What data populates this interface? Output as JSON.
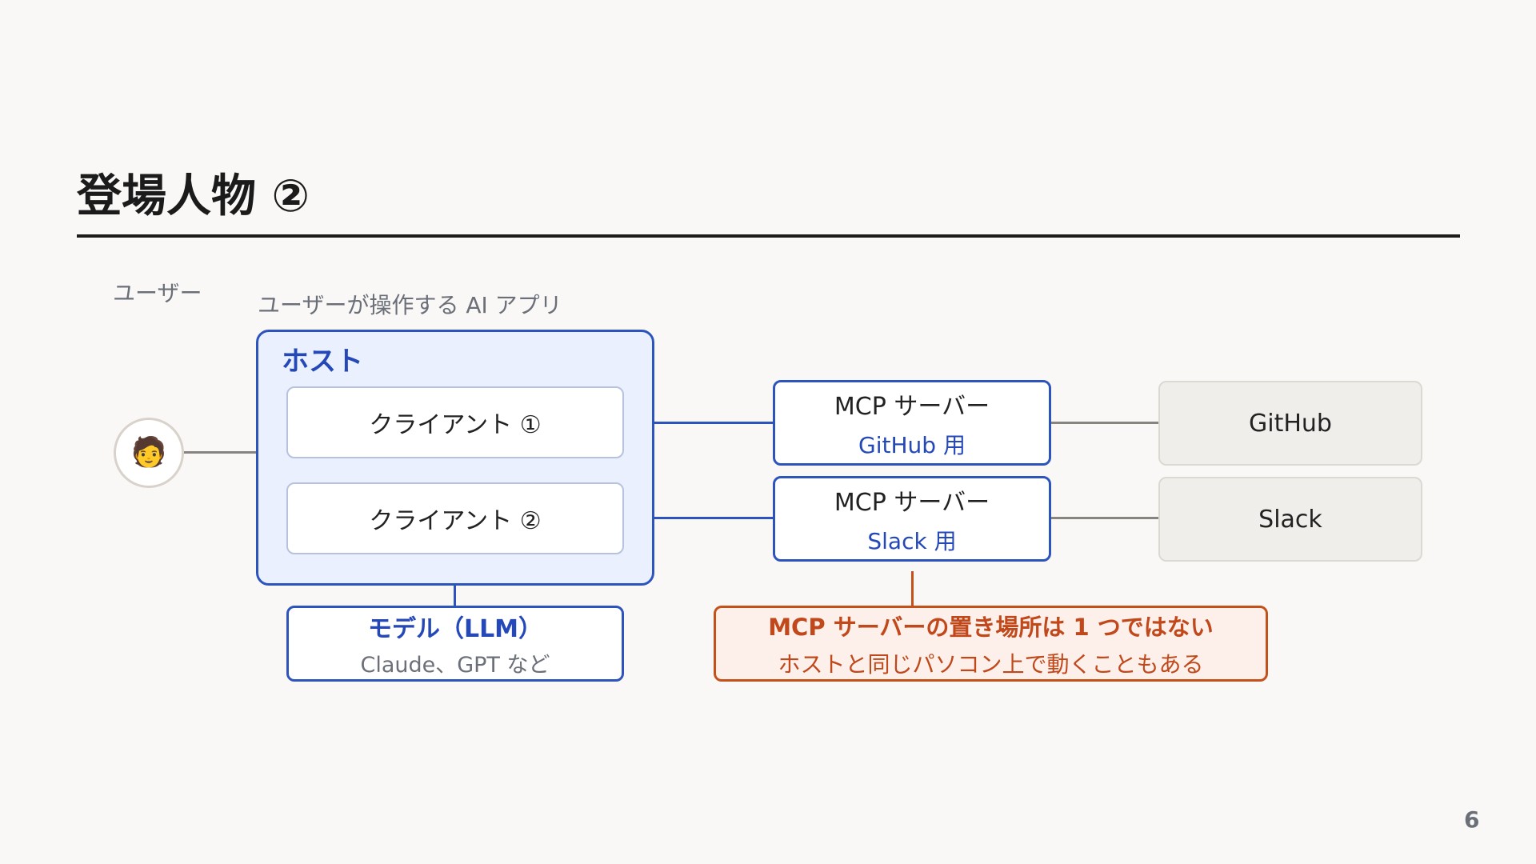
{
  "title": "登場人物 ②",
  "user": {
    "label": "ユーザー",
    "avatar": "🧑"
  },
  "host": {
    "caption": "ユーザーが操作する AI アプリ",
    "title": "ホスト",
    "clients": [
      {
        "label": "クライアント ①"
      },
      {
        "label": "クライアント ②"
      }
    ]
  },
  "model": {
    "title": "モデル（LLM）",
    "subtitle": "Claude、GPT など"
  },
  "servers": [
    {
      "title": "MCP サーバー",
      "subtitle": "GitHub 用"
    },
    {
      "title": "MCP サーバー",
      "subtitle": "Slack 用"
    }
  ],
  "services": [
    {
      "label": "GitHub"
    },
    {
      "label": "Slack"
    }
  ],
  "note": {
    "title": "MCP サーバーの置き場所は 1 つではない",
    "subtitle": "ホストと同じパソコン上で動くこともある"
  },
  "page_number": "6",
  "colors": {
    "background": "#faf8f6",
    "accent_blue": "#2d54bd",
    "host_fill": "#eaf0fd",
    "note_orange": "#c4501a",
    "note_fill": "#fdf0ea",
    "service_fill": "#efeeeb",
    "muted_text": "#6a6f78"
  }
}
